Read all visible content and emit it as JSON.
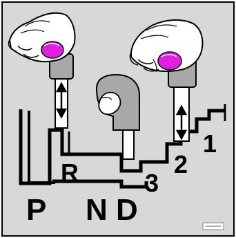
{
  "diagram": {
    "positions": {
      "p": "P",
      "r": "R",
      "n": "N",
      "d": "D",
      "g3": "3",
      "g2": "2",
      "g1": "1"
    },
    "colors": {
      "panel": "#d8d8d8",
      "ink": "#000000",
      "knob": "#a8a8a8",
      "hand": "#ffffff",
      "button_press": "#e020e0"
    },
    "icons": {
      "press_arrow": "double-headed-arrow",
      "hand": "hand-gripping-shift-knob"
    }
  }
}
